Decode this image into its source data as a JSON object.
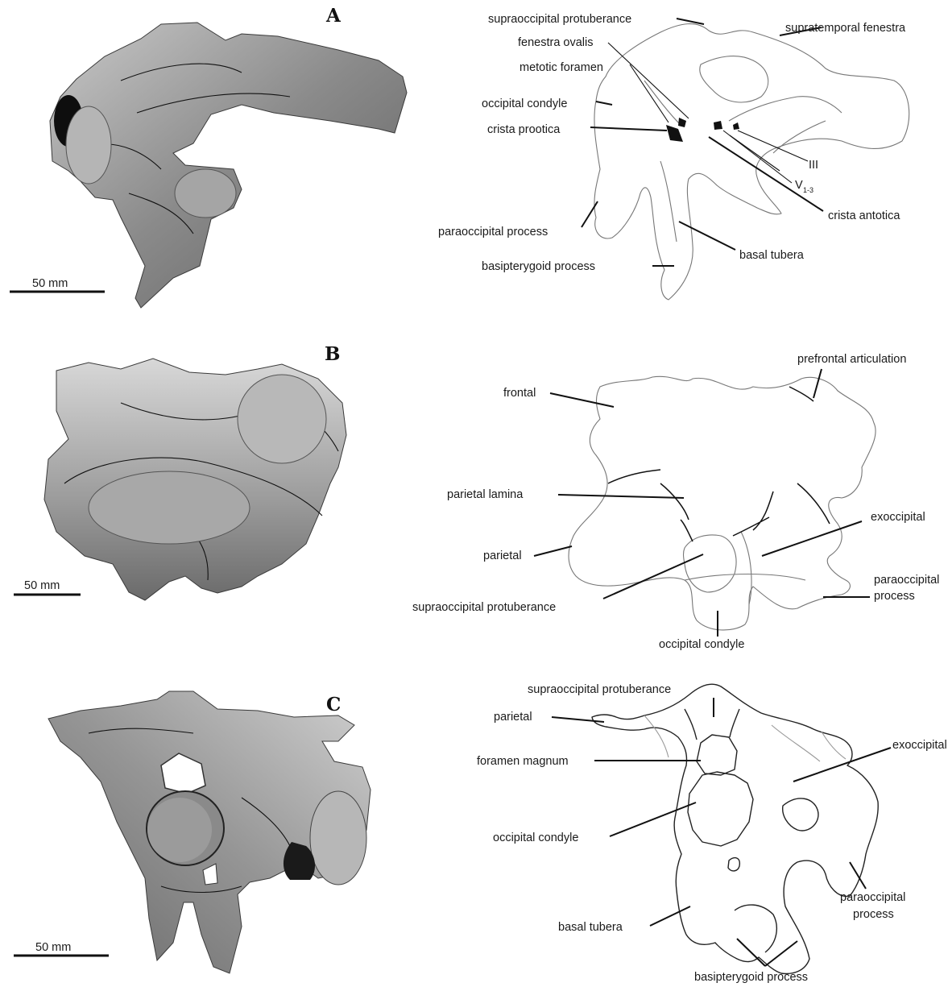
{
  "panels": {
    "a": "A",
    "b": "B",
    "c": "C"
  },
  "scale_label": "50 mm",
  "panel_a": {
    "supraoccipital_protuberance": "supraoccipital protuberance",
    "supratemporal_fenestra": "supratemporal fenestra",
    "fenestra_ovalis": "fenestra ovalis",
    "metotic_foramen": "metotic foramen",
    "occipital_condyle": "occipital condyle",
    "crista_prootica": "crista prootica",
    "nerve_iii": "III",
    "nerve_v": "V",
    "nerve_v_sub": "1-3",
    "crista_antotica": "crista antotica",
    "paraoccipital_process": "paraoccipital process",
    "basal_tubera": "basal tubera",
    "basipterygoid_process": "basipterygoid process"
  },
  "panel_b": {
    "prefrontal_articulation": "prefrontal articulation",
    "frontal": "frontal",
    "parietal_lamina": "parietal lamina",
    "parietal": "parietal",
    "exoccipital": "exoccipital",
    "paraoccipital_line1": "paraoccipital",
    "paraoccipital_line2": "process",
    "supraoccipital_protuberance": "supraoccipital protuberance",
    "occipital_condyle": "occipital condyle"
  },
  "panel_c": {
    "supraoccipital_protuberance": "supraoccipital protuberance",
    "parietal": "parietal",
    "exoccipital": "exoccipital",
    "foramen_magnum": "foramen magnum",
    "occipital_condyle": "occipital condyle",
    "basal_tubera": "basal tubera",
    "paraoccipital_line1": "paraoccipital",
    "paraoccipital_line2": "process",
    "basipterygoid_process": "basipterygoid process"
  }
}
